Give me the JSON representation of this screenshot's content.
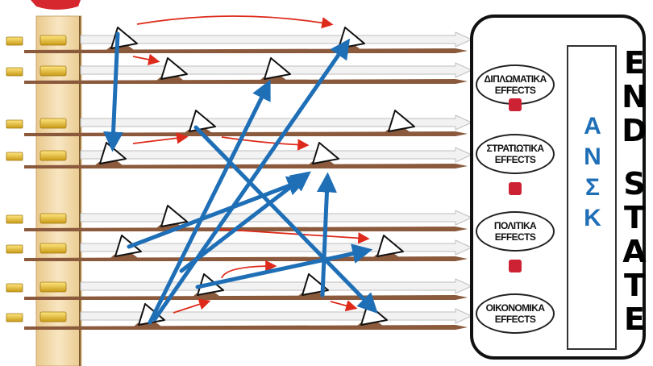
{
  "effects": [
    {
      "line1": "ΔΙΠΛΩΜΑΤΙΚΑ",
      "line2": "EFFECTS"
    },
    {
      "line1": "ΣΤΡΑΤΙΩΤΙΚΑ",
      "line2": "EFFECTS"
    },
    {
      "line1": "ΠΟΛΙΤΙΚΑ",
      "line2": "EFFECTS"
    },
    {
      "line1": "ΟΙΚΟΝΟΜΙΚΑ",
      "line2": "EFFECTS"
    }
  ],
  "ansk": {
    "letters": [
      "Α",
      "Ν",
      "Σ",
      "Κ"
    ]
  },
  "end_state": {
    "end": [
      "E",
      "N",
      "D"
    ],
    "state": [
      "S",
      "T",
      "A",
      "T",
      "E"
    ]
  },
  "colors": {
    "blue_arrow": "#1f6fb7",
    "red_arrow": "#dd2a1a",
    "track": "#8b5a3c",
    "column": "#f4dcae",
    "connector": "#cc2233",
    "ansk_text": "#1f6fb7"
  },
  "icons": {
    "marker": "triangle-flag-icon",
    "block": "gold-block-icon",
    "connector": "red-connector-icon"
  }
}
